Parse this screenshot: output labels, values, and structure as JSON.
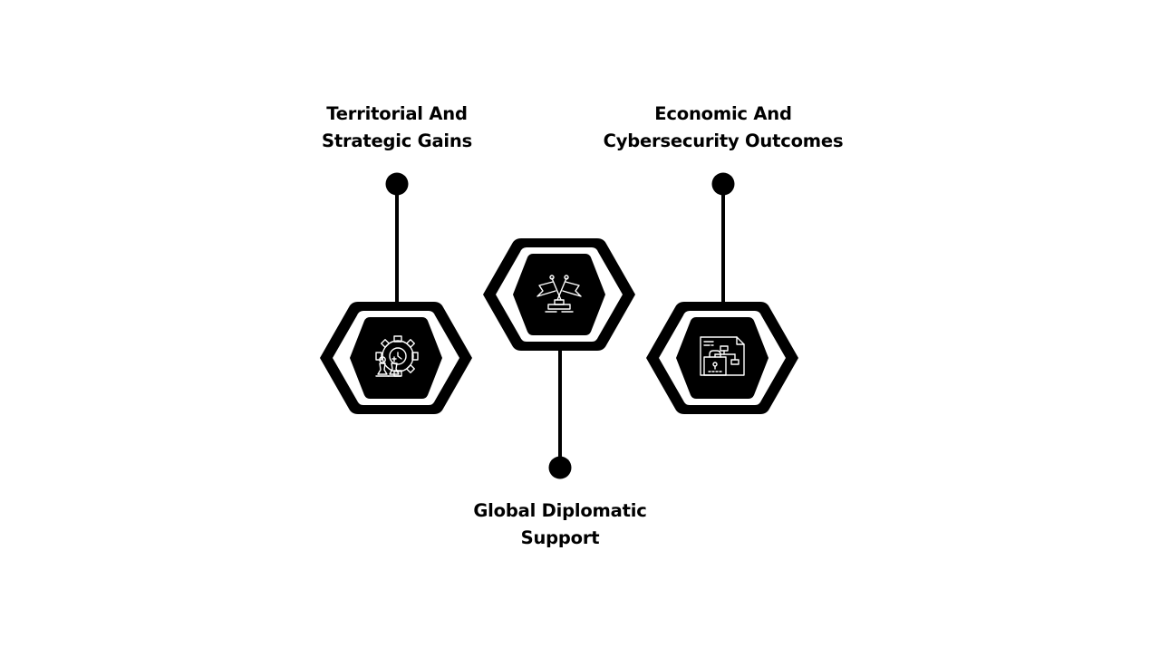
{
  "items": [
    {
      "title_line1": "Territorial And",
      "title_line2": "Strategic Gains",
      "icon": "gear-chess-pieces-icon"
    },
    {
      "title_line1": "Global Diplomatic",
      "title_line2": "Support",
      "icon": "crossed-flags-icon"
    },
    {
      "title_line1": "Economic And",
      "title_line2": "Cybersecurity Outcomes",
      "icon": "secure-network-document-icon"
    }
  ],
  "colors": {
    "background": "#ffffff",
    "primary": "#000000",
    "icon_stroke": "#ffffff"
  }
}
